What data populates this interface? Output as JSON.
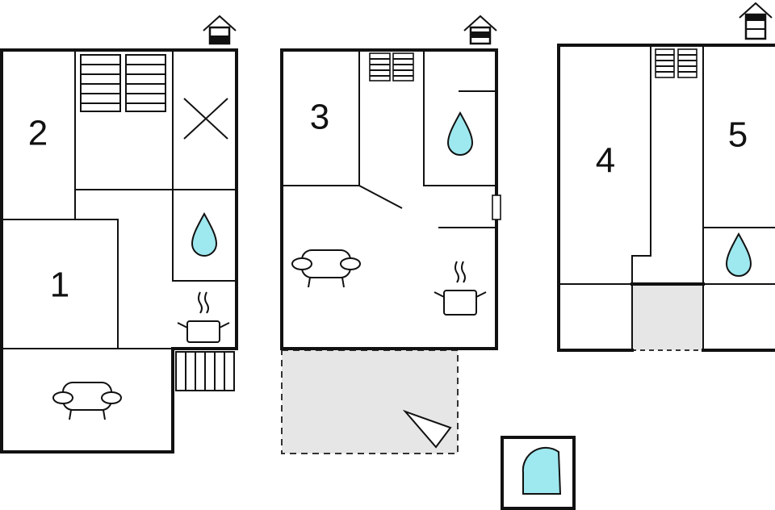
{
  "rooms": [
    {
      "number": "1"
    },
    {
      "number": "2"
    },
    {
      "number": "3"
    },
    {
      "number": "4"
    },
    {
      "number": "5"
    }
  ],
  "colors": {
    "wall": "#111111",
    "water": "#9ee8ef",
    "terrace": "#e6e6e6",
    "background": "#ffffff"
  },
  "icons": [
    "house-level-icon",
    "stairs-icon",
    "bed-icon",
    "water-drop-icon",
    "sofa-icon",
    "cooking-pot-icon",
    "window-icon",
    "compass-icon",
    "shower-icon"
  ]
}
